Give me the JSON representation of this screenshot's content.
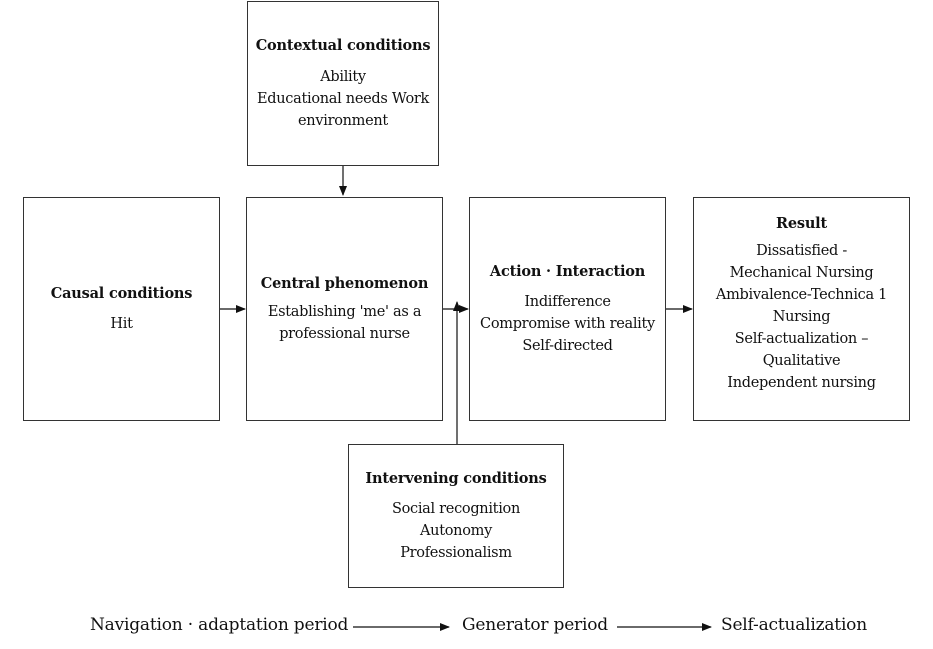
{
  "boxes": {
    "contextual": {
      "title": "Contextual conditions",
      "lines": [
        "Ability",
        "Educational needs Work",
        "environment"
      ]
    },
    "causal": {
      "title": "Causal conditions",
      "lines": [
        "Hit"
      ]
    },
    "central": {
      "title": "Central phenomenon",
      "lines": [
        "Establishing 'me' as a",
        "professional nurse"
      ]
    },
    "action": {
      "title": "Action · Interaction",
      "lines": [
        "Indifference",
        "Compromise with reality",
        "Self-directed"
      ]
    },
    "result": {
      "title": "Result",
      "lines": [
        "Dissatisfied -",
        "Mechanical Nursing",
        "Ambivalence-Technica 1",
        "Nursing",
        "Self-actualization –",
        "Qualitative",
        "Independent nursing"
      ]
    },
    "intervening": {
      "title": "Intervening conditions",
      "lines": [
        "Social recognition",
        "Autonomy",
        "Professionalism"
      ]
    }
  },
  "phases": [
    "Navigation · adaptation period",
    "Generator period",
    "Self-actualization"
  ],
  "colors": {
    "border": "#333333",
    "arrow": "#111111",
    "text": "#111111",
    "background": "#ffffff"
  }
}
